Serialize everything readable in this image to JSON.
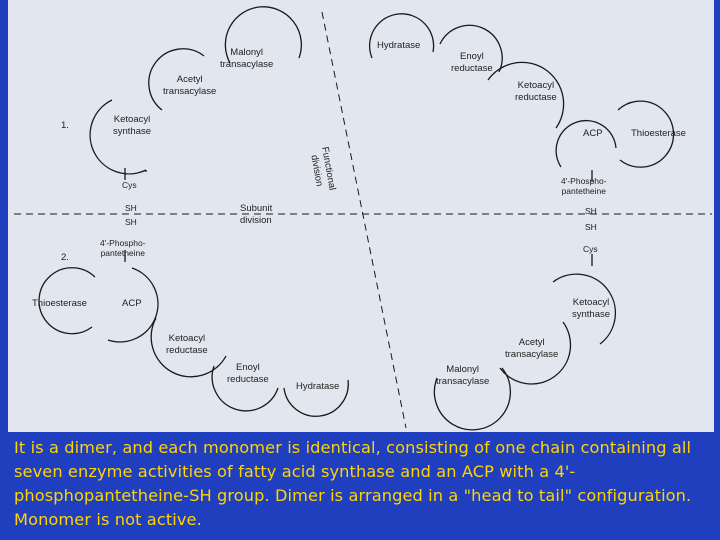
{
  "diagram": {
    "domain_labels_top": {
      "malonyl_transacylase": "Malonyl\ntransacylase",
      "acetyl_transacylase": "Acetyl\ntransacylase",
      "ketoacyl_synthase": "Ketoacyl\nsynthase",
      "hydratase": "Hydratase",
      "enoyl_reductase": "Enoyl\nreductase",
      "ketoacyl_reductase": "Ketoacyl\nreductase",
      "acp": "ACP",
      "thioesterase": "Thioesterase"
    },
    "domain_labels_bottom": {
      "thioesterase": "Thioesterase",
      "acp": "ACP",
      "ketoacyl_reductase": "Ketoacyl\nreductase",
      "enoyl_reductase": "Enoyl\nreductase",
      "hydratase": "Hydratase",
      "ketoacyl_synthase": "Ketoacyl\nsynthase",
      "acetyl_transacylase": "Acetyl\ntransacylase",
      "malonyl_transacylase": "Malonyl\ntransacylase"
    },
    "markers": {
      "one": "1.",
      "two": "2."
    },
    "left_links": {
      "cys": "Cys",
      "sh_upper": "SH",
      "sh_lower": "SH",
      "phospho": "4'-Phospho-\npantetheine"
    },
    "right_links": {
      "phospho": "4'-Phospho-\npantetheine",
      "sh_upper": "SH",
      "sh_lower": "SH",
      "cys": "Cys"
    },
    "subunit_division": "Subunit\ndivision",
    "functional_division": "Functional\ndivision"
  },
  "caption": "It is a dimer, and each monomer is identical, consisting of one chain containing all seven enzyme activities of fatty acid synthase and an ACP with a 4'-phosphopantetheine-SH group.  Dimer is arranged in a \"head to tail\" configuration.  Monomer is not active.",
  "colors": {
    "slide_background": "#1f3fbf",
    "figure_background": "#e2e6ee",
    "caption_text": "#ffd400",
    "line": "#1a1a1a"
  }
}
